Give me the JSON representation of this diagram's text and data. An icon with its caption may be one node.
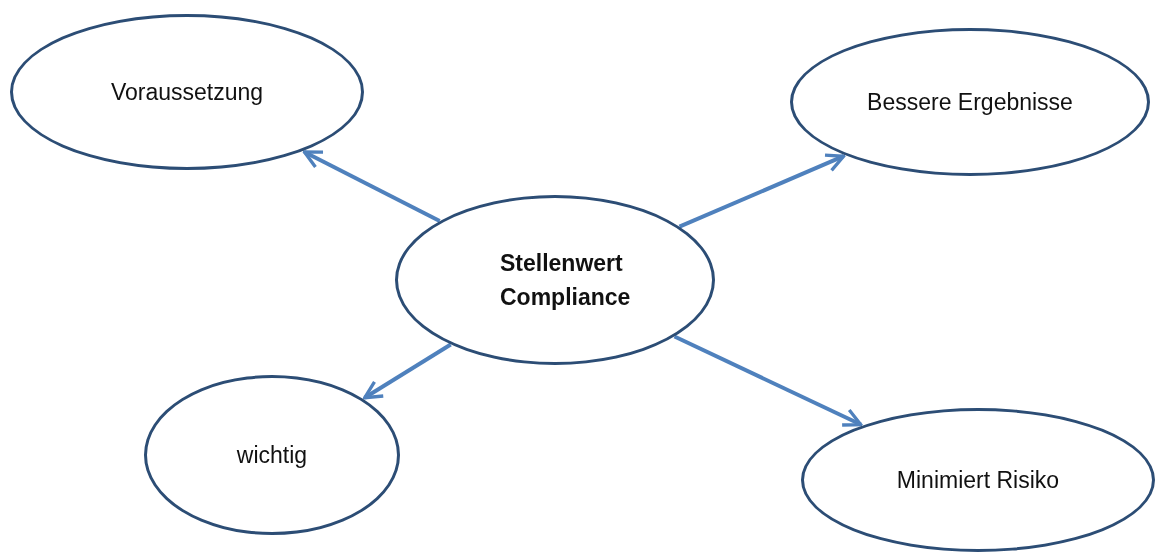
{
  "diagram": {
    "nodes": [
      {
        "text": [
          "Stellenwert Compliance"
        ]
      },
      {
        "text": [
          "Voraussetzung"
        ]
      },
      {
        "text": [
          "Bessere Ergebnisse"
        ]
      },
      {
        "text": [
          "wichtig"
        ]
      },
      {
        "text": [
          "Minimiert Risiko"
        ]
      }
    ],
    "edges": [
      {
        "from": 0,
        "to": 1,
        "arrow": "to"
      },
      {
        "from": 0,
        "to": 2,
        "arrow": "to"
      },
      {
        "from": 0,
        "to": 3,
        "arrow": "to"
      },
      {
        "from": 0,
        "to": 4,
        "arrow": "to"
      }
    ]
  }
}
